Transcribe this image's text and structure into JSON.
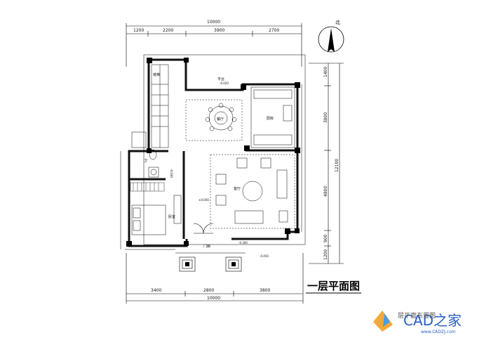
{
  "drawing": {
    "title": "一层平面图",
    "subtitle": "层平面布置图",
    "north_label": "北",
    "dims_top_total": "10000",
    "dims_top": [
      "1200",
      "2200",
      "3900",
      "2700"
    ],
    "dims_bottom": [
      "3400",
      "2800",
      "3800"
    ],
    "dims_bottom_total": "10000",
    "dims_right": [
      "1400",
      "3800",
      "4800",
      "900",
      "1200"
    ],
    "dims_right_total": "12100",
    "rooms": {
      "stair": "楼梯",
      "terrace": "平台",
      "dining": "餐厅",
      "kitchen": "厨房",
      "living": "客厅",
      "bedroom": "卧室",
      "bath": "卫",
      "entry": "门廊"
    },
    "elevations": {
      "terrace": "-0.020",
      "hall": "±0.000",
      "entry": "-0.300",
      "step": "-0.450",
      "bath": "-0.040"
    }
  },
  "watermark": {
    "brand": "CAD之家",
    "url": "www.CADZJ.com"
  },
  "colors": {
    "line": "#000000",
    "wall": "#111111",
    "watermark": "#2a5fc4"
  }
}
